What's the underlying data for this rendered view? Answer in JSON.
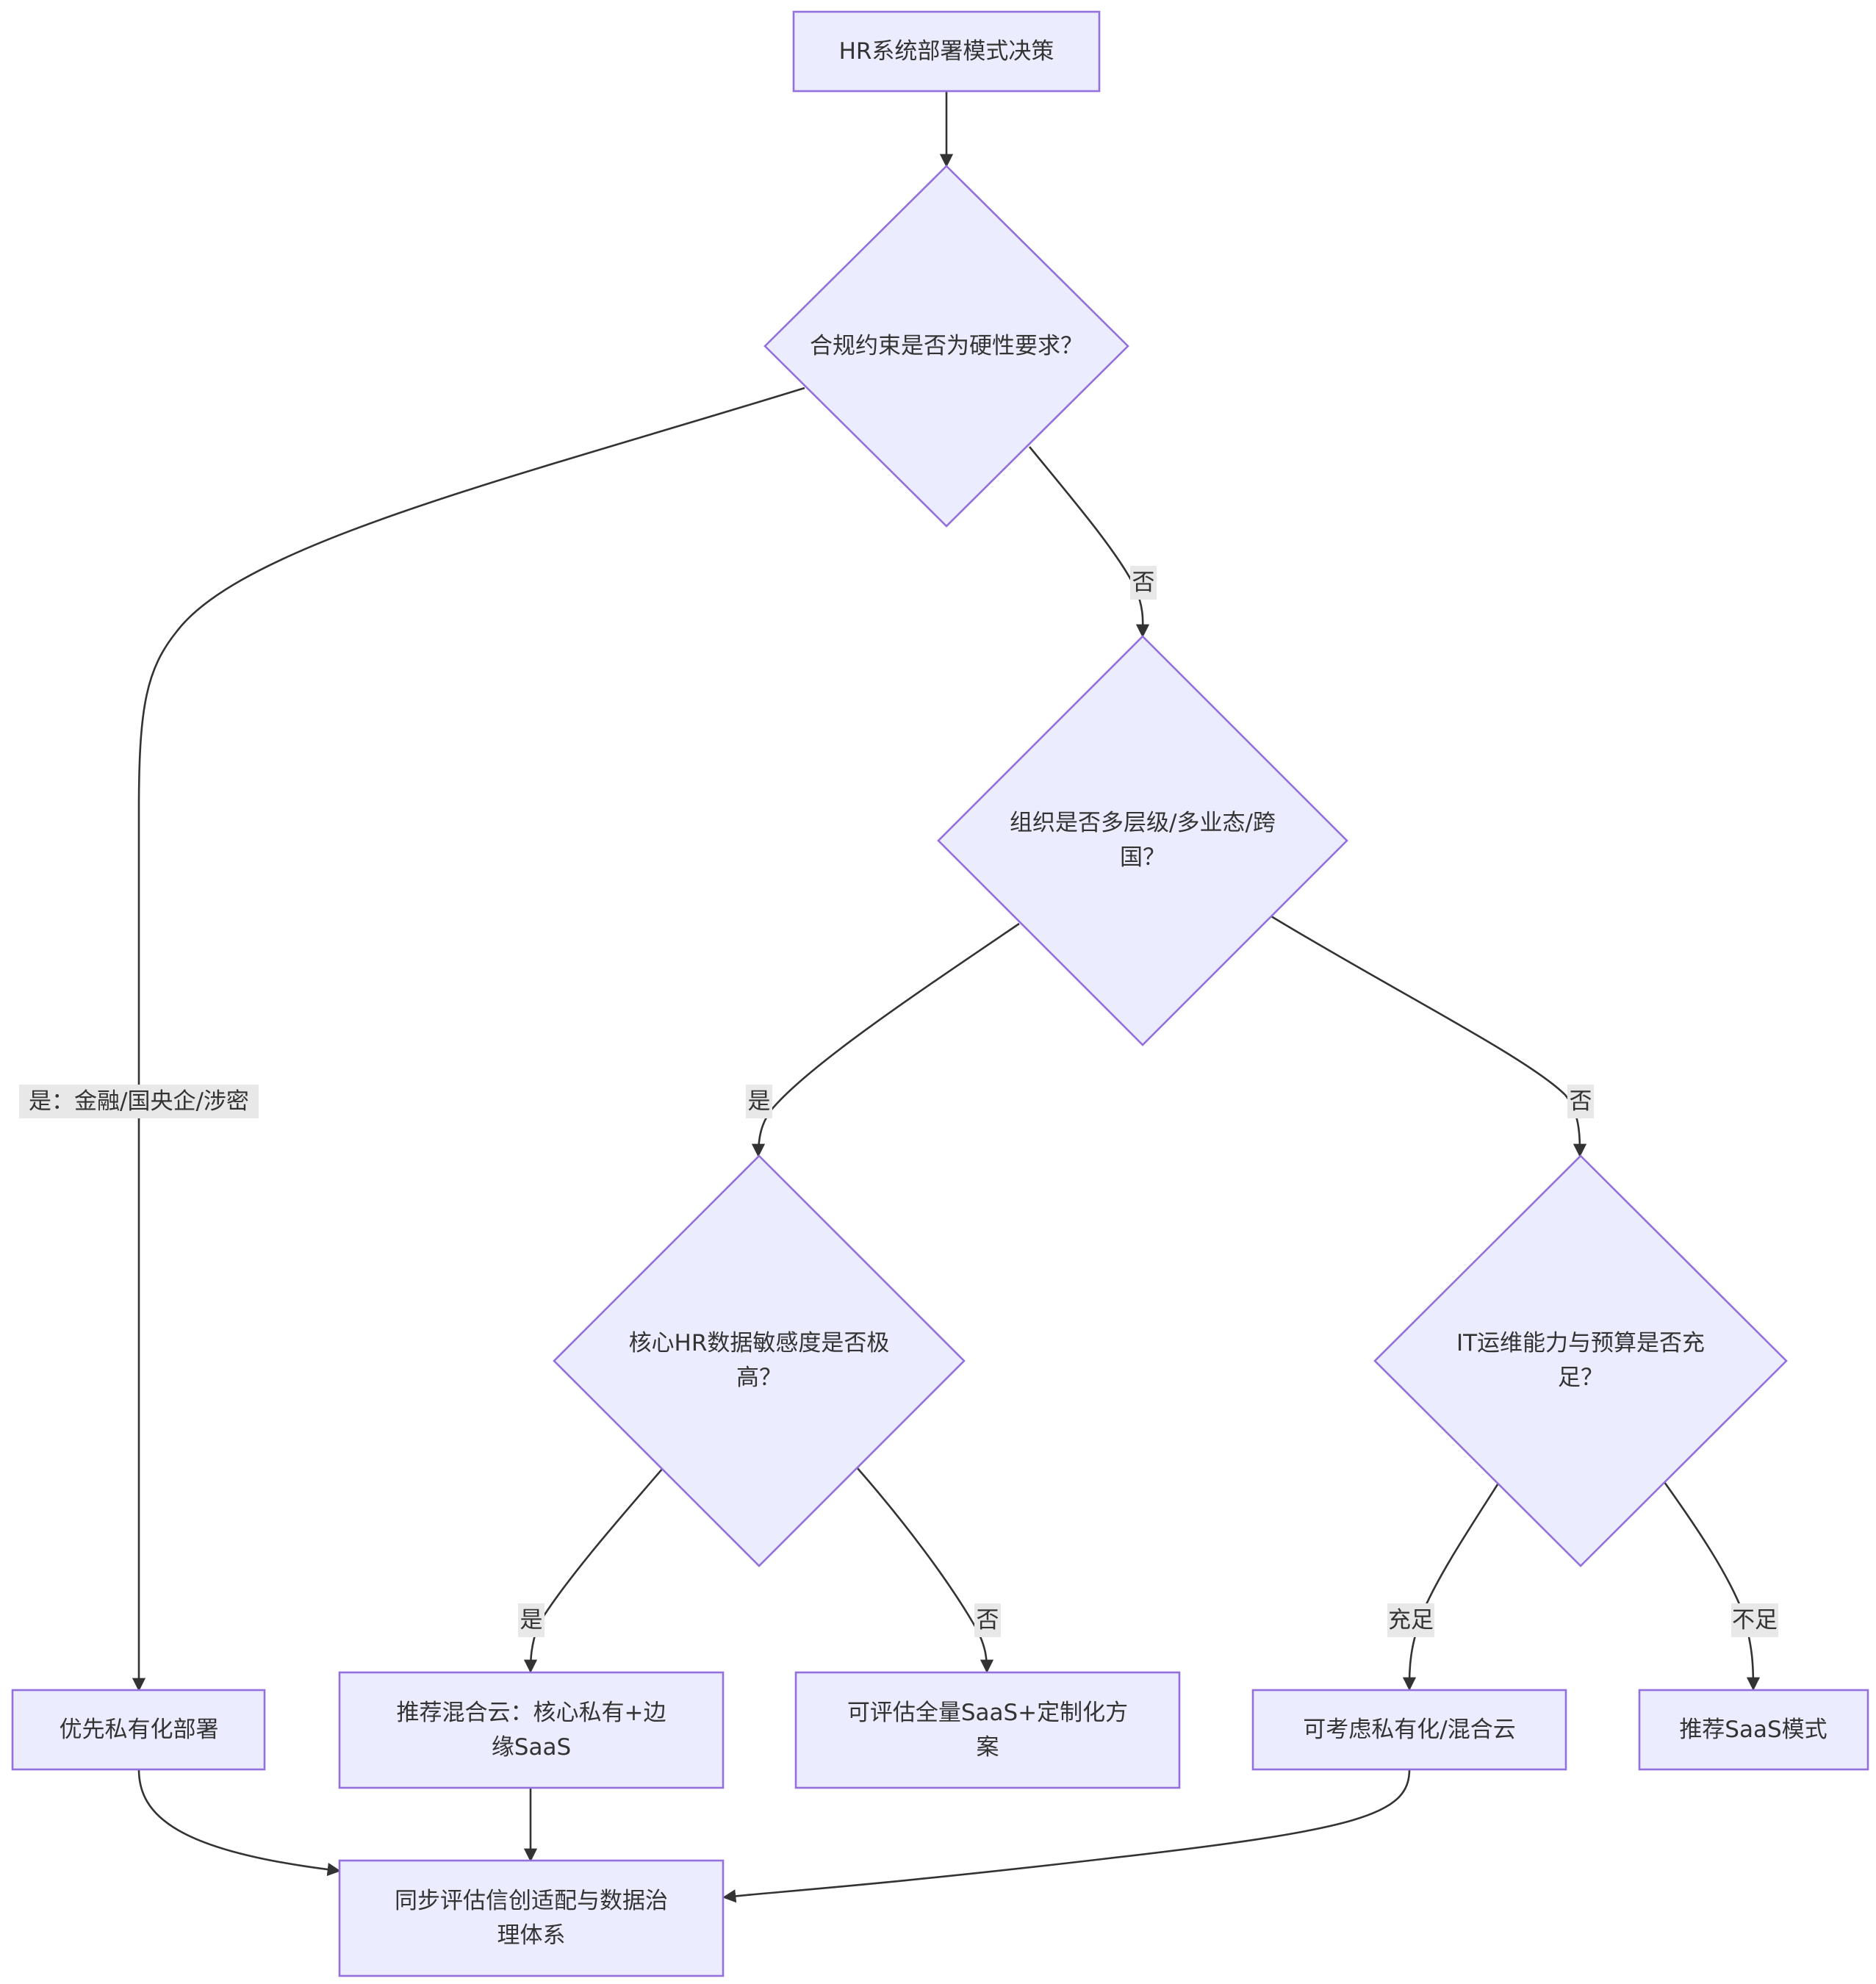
{
  "diagram": {
    "colors": {
      "node_fill": "#ececff",
      "node_stroke": "#9370db",
      "edge": "#333333",
      "edge_label_bg": "#e8e8e8",
      "text": "#333333"
    },
    "nodes": {
      "start": {
        "lines": [
          "HR系统部署模式决策"
        ]
      },
      "compliance": {
        "lines": [
          "合规约束是否为硬性要求？"
        ]
      },
      "org": {
        "lines": [
          "组织是否多层级/多业态/跨",
          "国？"
        ]
      },
      "sensitivity": {
        "lines": [
          "核心HR数据敏感度是否极",
          "高？"
        ]
      },
      "itbudget": {
        "lines": [
          "IT运维能力与预算是否充",
          "足？"
        ]
      },
      "private": {
        "lines": [
          "优先私有化部署"
        ]
      },
      "hybrid": {
        "lines": [
          "推荐混合云：核心私有+边",
          "缘SaaS"
        ]
      },
      "saas_custom": {
        "lines": [
          "可评估全量SaaS+定制化方",
          "案"
        ]
      },
      "consider": {
        "lines": [
          "可考虑私有化/混合云"
        ]
      },
      "saas": {
        "lines": [
          "推荐SaaS模式"
        ]
      },
      "governance": {
        "lines": [
          "同步评估信创适配与数据治",
          "理体系"
        ]
      }
    },
    "edge_labels": {
      "compliance_yes": "是：金融/国央企/涉密",
      "compliance_no": "否",
      "org_yes": "是",
      "org_no": "否",
      "sens_yes": "是",
      "sens_no": "否",
      "it_enough": "充足",
      "it_lacking": "不足"
    }
  }
}
